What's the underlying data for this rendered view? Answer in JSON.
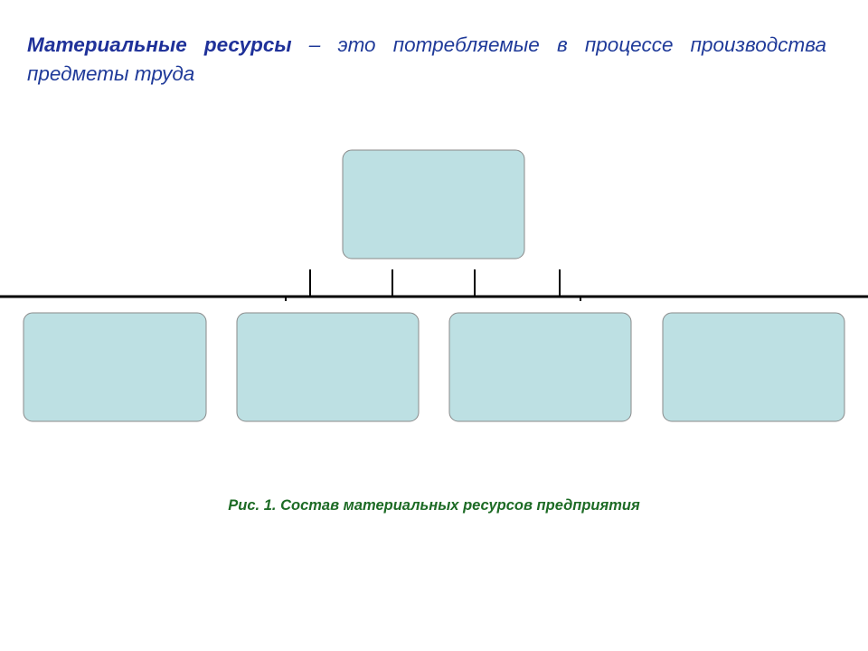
{
  "definition": {
    "term": "Материальные ресурсы",
    "rest": " – это потребляемые в процессе производства предметы труда"
  },
  "caption": "Рис. 1. Состав материальных ресурсов предприятия",
  "diagram": {
    "root": {
      "label": ""
    },
    "children": [
      {
        "label": ""
      },
      {
        "label": ""
      },
      {
        "label": ""
      },
      {
        "label": ""
      }
    ]
  },
  "colors": {
    "title": "#1f3a99",
    "caption": "#1d6b25",
    "box_fill": "#bde0e3",
    "box_border": "#8a8a8a",
    "connector": "#000000"
  }
}
